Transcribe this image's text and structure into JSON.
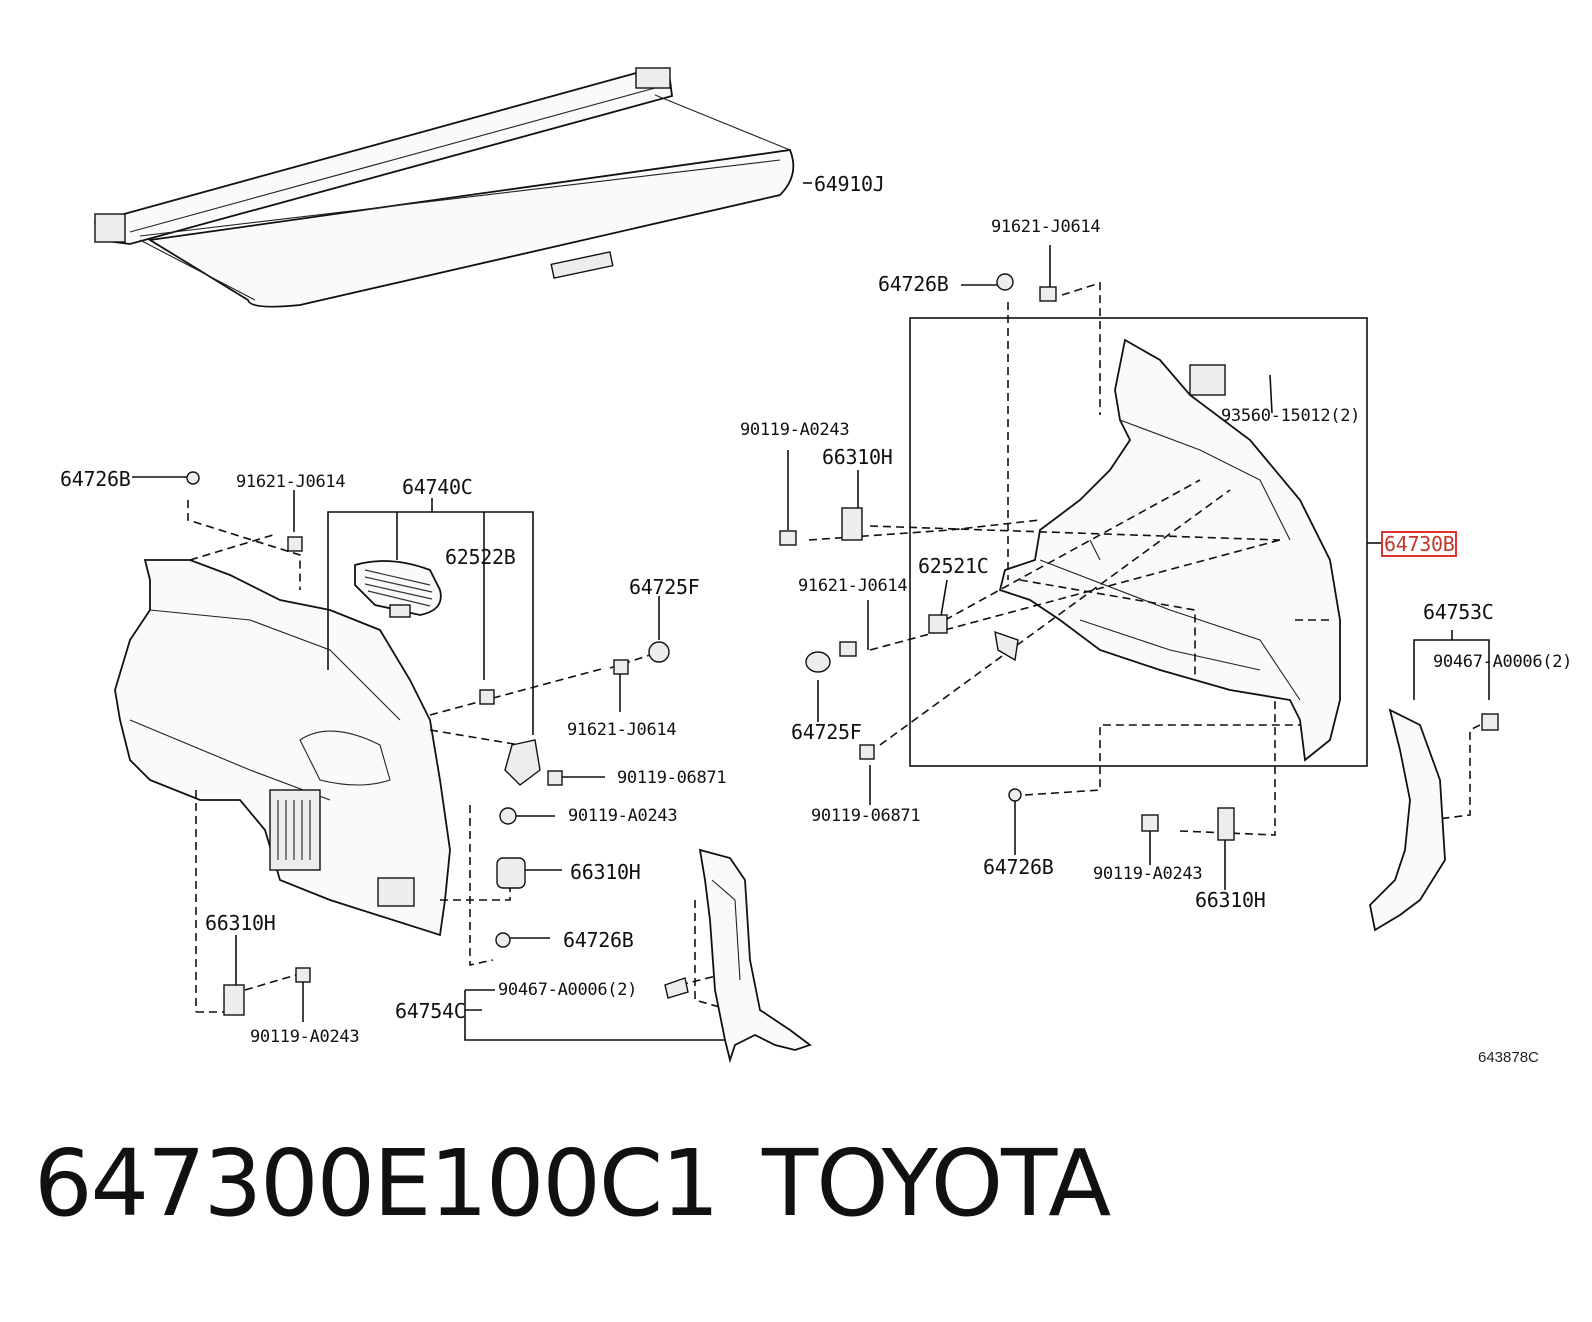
{
  "labels": {
    "tonneau_cover": "64910J",
    "clip_top_right": "91621-J0614",
    "clip_top_left_r": "64726B",
    "bolt_r_mid": "90119-A0243",
    "bracket_r_mid": "66310H",
    "screw_r_b": "93560-15012(2)",
    "panel_r": "64730B",
    "hook_r": "62521C",
    "clip_r_mid": "91621-J0614",
    "fastener_r": "64725F",
    "bolt_r_bottom": "90119-06871",
    "clip_r_bottom": "64726B",
    "bolt_r_bottom2": "90119-A0243",
    "bracket_r_bottom": "66310H",
    "pillar_r": "64753C",
    "pushclip_r": "90467-A0006(2)",
    "clip_l_top": "64726B",
    "clip_l_top2": "91621-J0614",
    "panel_l": "64740C",
    "hook_l": "62522B",
    "fastener_l": "64725F",
    "clip_l_mid": "91621-J0614",
    "bolt_l_mid": "90119-06871",
    "bolt_l_mid2": "90119-A0243",
    "bracket_l_mid": "66310H",
    "clip_l_low": "64726B",
    "bracket_l_bottom": "66310H",
    "bolt_l_bottom": "90119-A0243",
    "pushclip_l": "90467-A0006(2)",
    "pillar_l": "64754C"
  },
  "catalog_code": "643878C",
  "part_number": "647300E100C1",
  "brand": "TOYOTA",
  "highlight_color": "#d33333"
}
